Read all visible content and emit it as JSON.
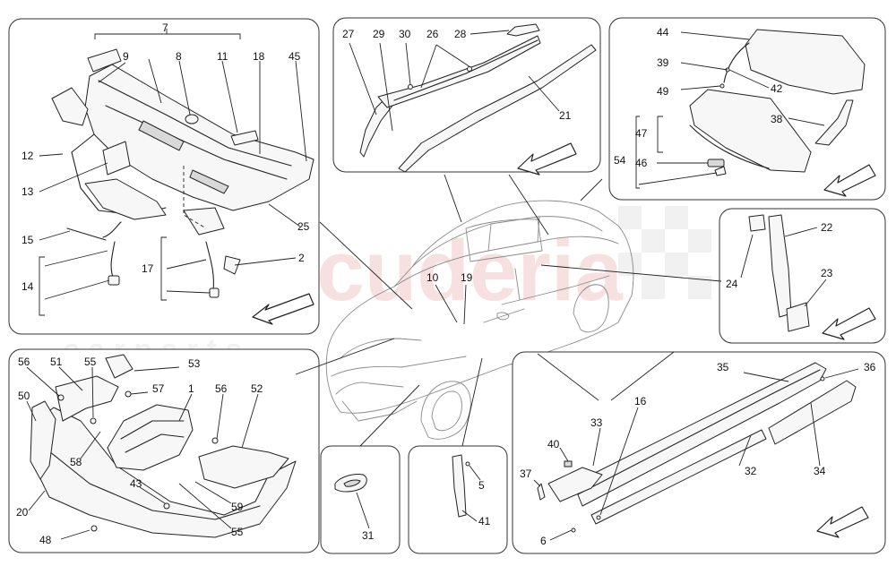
{
  "watermark": {
    "brand": "scuderia",
    "sub": "c a r   p a r t s",
    "color": "#f2c7c7"
  },
  "labels": {
    "n1": "1",
    "n2": "2",
    "n5": "5",
    "n6": "6",
    "n7": "7",
    "n8": "8",
    "n9": "9",
    "n10": "10",
    "n11": "11",
    "n12": "12",
    "n13": "13",
    "n14": "14",
    "n15": "15",
    "n16": "16",
    "n17": "17",
    "n18": "18",
    "n19": "19",
    "n20": "20",
    "n21": "21",
    "n22": "22",
    "n23": "23",
    "n24": "24",
    "n25": "25",
    "n26": "26",
    "n27": "27",
    "n28": "28",
    "n29": "29",
    "n30": "30",
    "n31": "31",
    "n32": "32",
    "n33": "33",
    "n34": "34",
    "n35": "35",
    "n36": "36",
    "n37": "37",
    "n38": "38",
    "n39": "39",
    "n40": "40",
    "n41": "41",
    "n42": "42",
    "n43": "43",
    "n44": "44",
    "n45": "45",
    "n46": "46",
    "n47": "47",
    "n48": "48",
    "n49": "49",
    "n50": "50",
    "n51": "51",
    "n52": "52",
    "n53": "53",
    "n54": "54",
    "n55a": "55",
    "n55b": "55",
    "n56a": "56",
    "n56b": "56",
    "n57": "57",
    "n58": "58",
    "n59": "59"
  }
}
